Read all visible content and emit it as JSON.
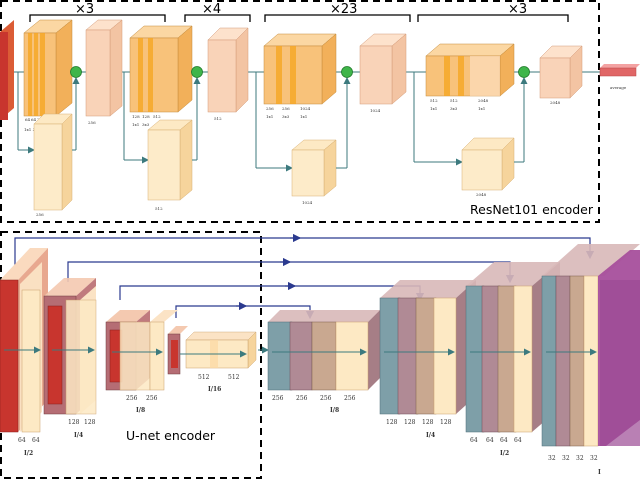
{
  "colors": {
    "orange": "#f5a623",
    "orange_light": "#fbd7a3",
    "peach": "#f7c7a8",
    "cream": "#fde9c4",
    "red": "#c8352e",
    "mauve": "#b08a95",
    "purple": "#a64f9c",
    "blue_arrow": "#2b3a8f",
    "teal_arrow": "#3c7a7e",
    "plus_node": "#3fb54a",
    "output_red": "#e06666"
  },
  "resnet": {
    "title": "ResNet101 encoder",
    "repeats": [
      "×3",
      "×4",
      "×23",
      "×3"
    ],
    "first_block_labels": [
      "64",
      "64",
      "256"
    ],
    "first_block_kernels": "1x1 3x3 1x1",
    "first_down_label": "256",
    "first_mid_label": "256",
    "second_block_labels": [
      "128",
      "128",
      "512"
    ],
    "second_block_kernels": [
      "1x1",
      "3x3"
    ],
    "second_mid_label": "512",
    "second_down_label": "512",
    "third_block_labels": [
      "256",
      "256",
      "1024"
    ],
    "third_block_kernels": [
      "1x1",
      "3x3",
      "1x1"
    ],
    "third_mid_label": "1024",
    "third_down_label": "1024",
    "fourth_block_labels": [
      "512",
      "512",
      "2048"
    ],
    "fourth_block_kernels": [
      "1x1",
      "3x3",
      "1x1"
    ],
    "fourth_mid_label": "2048",
    "fourth_down_label": "2048",
    "average_label": "average"
  },
  "unet": {
    "title": "U-net encoder",
    "enc1": {
      "channels": [
        "64",
        "64"
      ],
      "scale": "I/2"
    },
    "enc2": {
      "channels": [
        "128",
        "128"
      ],
      "scale": "I/4"
    },
    "enc3": {
      "channels": [
        "256",
        "256"
      ],
      "scale": "I/8"
    },
    "bottleneck": {
      "channels": [
        "512",
        "512"
      ],
      "scale": "I/16"
    },
    "dec3": {
      "channels": [
        "256",
        "256",
        "256",
        "256"
      ],
      "scale": "I/8"
    },
    "dec2": {
      "channels": [
        "128",
        "128",
        "128",
        "128"
      ],
      "scale": "I/4"
    },
    "dec1": {
      "channels": [
        "64",
        "64",
        "64",
        "64"
      ],
      "scale": "I/2"
    },
    "dec0": {
      "channels": [
        "32",
        "32",
        "32",
        "32"
      ]
    },
    "output_scale": "I"
  }
}
